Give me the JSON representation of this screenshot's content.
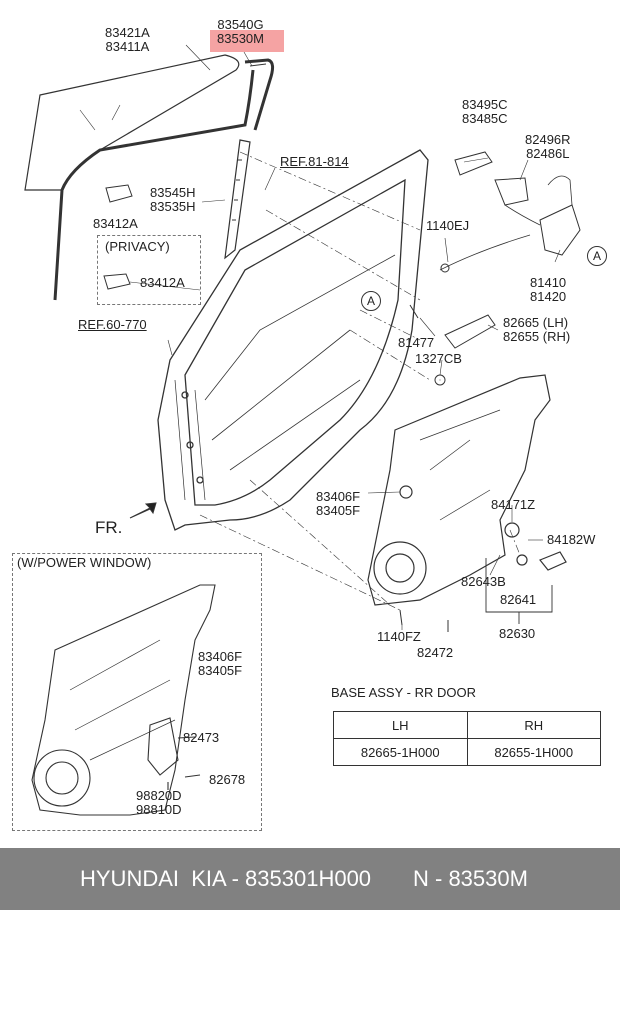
{
  "labels": {
    "glass": [
      "83421A",
      "83411A"
    ],
    "channel": [
      "83540G",
      "83530M"
    ],
    "chan_h": [
      "83545H",
      "83535H"
    ],
    "ref81": "REF.81-814",
    "weather": "83412A",
    "privacy": "(PRIVACY)",
    "weather2": "83412A",
    "ref60": "REF.60-770",
    "actuator": [
      "83495C",
      "83485C"
    ],
    "rod": [
      "82496R",
      "82486L"
    ],
    "bolt1": "1140EJ",
    "latch": [
      "81410",
      "81420"
    ],
    "screw": "81477",
    "handle": [
      "82665 (LH)",
      "82655 (RH)"
    ],
    "nut": "1327CB",
    "trim": [
      "83406F",
      "83405F"
    ],
    "clip1": "84171Z",
    "clip2": "84182W",
    "pin": "82643B",
    "knob": "82641",
    "assy": "82630",
    "bolt2": "1140FZ",
    "screw2": "82472",
    "fr": "FR.",
    "power_window": "(W/POWER WINDOW)",
    "trim2": [
      "83406F",
      "83405F"
    ],
    "screw3": "82473",
    "screw4": "82678",
    "motor": [
      "98820D",
      "98810D"
    ],
    "callout": "A"
  },
  "base_assy": {
    "title": "BASE ASSY - RR DOOR",
    "headers": [
      "LH",
      "RH"
    ],
    "values": [
      "82665-1H000",
      "82655-1H000"
    ]
  },
  "footer": {
    "brand": "HYUNDAI  KIA - 835301H000",
    "part": "N - 83530M"
  },
  "colors": {
    "highlight": "#f5a3a3",
    "footer_bg": "#818181",
    "line": "#333333"
  }
}
